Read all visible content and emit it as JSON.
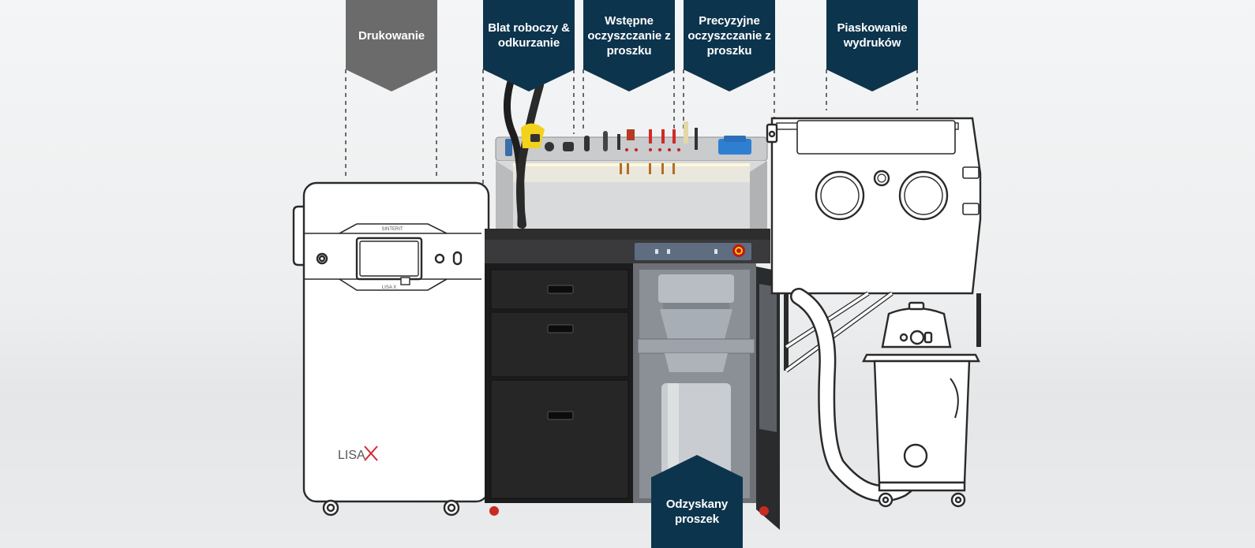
{
  "labels": {
    "printing": "Drukowanie",
    "workbench": "Blat roboczy & odkurzanie",
    "pre_cleaning": "Wstępne oczyszczanie z proszku",
    "precise_cleaning": "Precyzyjne oczyszczanie z proszku",
    "sandblasting": "Piaskowanie wydruków",
    "recovered": "Odzyskany proszek"
  },
  "printer": {
    "brand": "SINTERIT",
    "model_small": "LISA X",
    "model_big": "LISA"
  },
  "colors": {
    "grey_label": "#6b6b6b",
    "navy_label": "#0d344d",
    "accent_red": "#d6262e"
  }
}
